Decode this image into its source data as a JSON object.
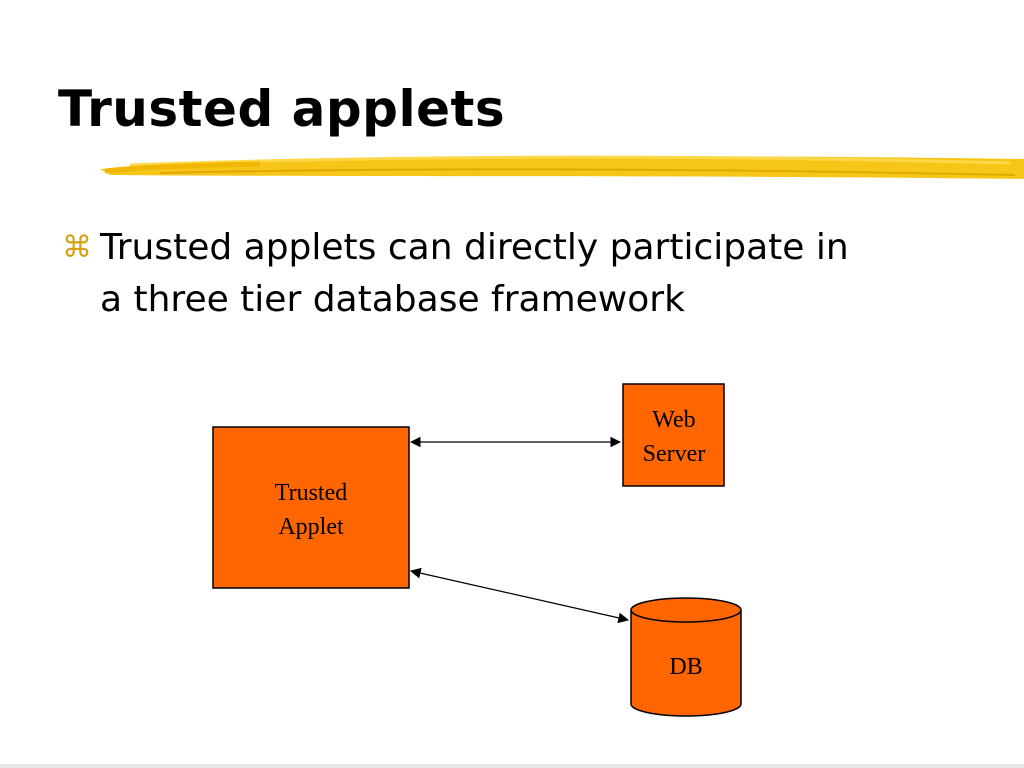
{
  "slide": {
    "title": "Trusted applets",
    "bullet": {
      "glyph": "⌘",
      "line1": "Trusted applets can directly participate in",
      "line2": "a three tier database framework"
    }
  },
  "diagram": {
    "nodes": {
      "applet": {
        "line1": "Trusted",
        "line2": "Applet"
      },
      "web_server": {
        "line1": "Web",
        "line2": "Server"
      },
      "db": {
        "label": "DB"
      }
    },
    "colors": {
      "box_fill": "#ff6600",
      "highlight": "#f5c518",
      "bullet": "#d4a017"
    }
  }
}
